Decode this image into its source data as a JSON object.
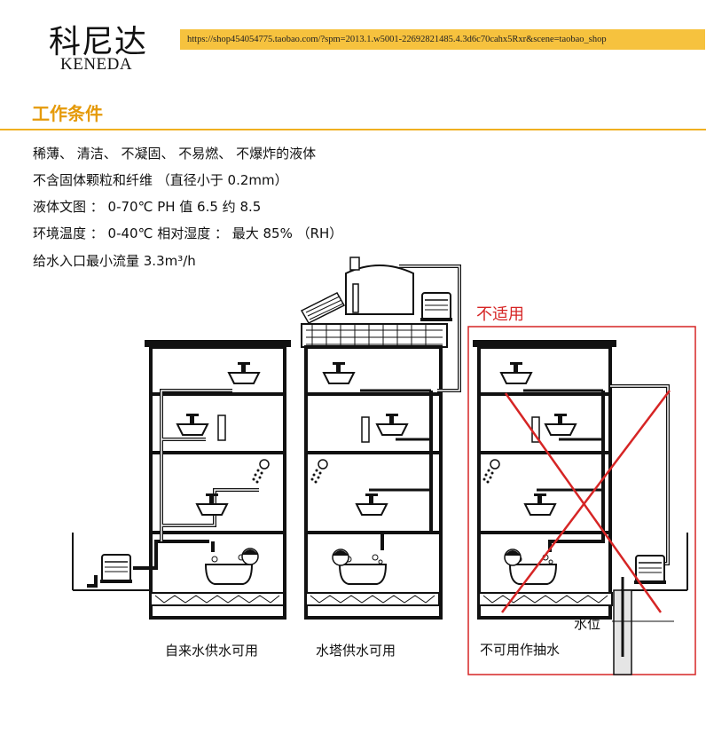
{
  "header": {
    "logo_cn": "科尼达",
    "logo_en": "KENEDA",
    "url": "https://shop454054775.taobao.com/?spm=2013.1.w5001-22692821485.4.3d6c70cahx5Rxr&scene=taobao_shop"
  },
  "section": {
    "title": "工作条件",
    "conditions": [
      "稀薄、 清洁、 不凝固、 不易燃、 不爆炸的液体",
      "不含固体颗粒和纤维 （直径小于 0.2mm）",
      "液体文图 ：  0-70℃ PH 值 6.5 约 8.5",
      "环境温度 ：  0-40℃ 相对湿度 ：  最大 85% （RH）",
      "给水入口最小流量 3.3m³/h"
    ]
  },
  "diagram": {
    "captions": {
      "tap_water": "自来水供水可用",
      "tower_water": "水塔供水可用",
      "not_pumping": "不可用作抽水",
      "water_level": "水位",
      "not_applicable": "不适用"
    },
    "colors": {
      "accent": "#f0b020",
      "title": "#e59a0a",
      "reject": "#d62525"
    }
  }
}
